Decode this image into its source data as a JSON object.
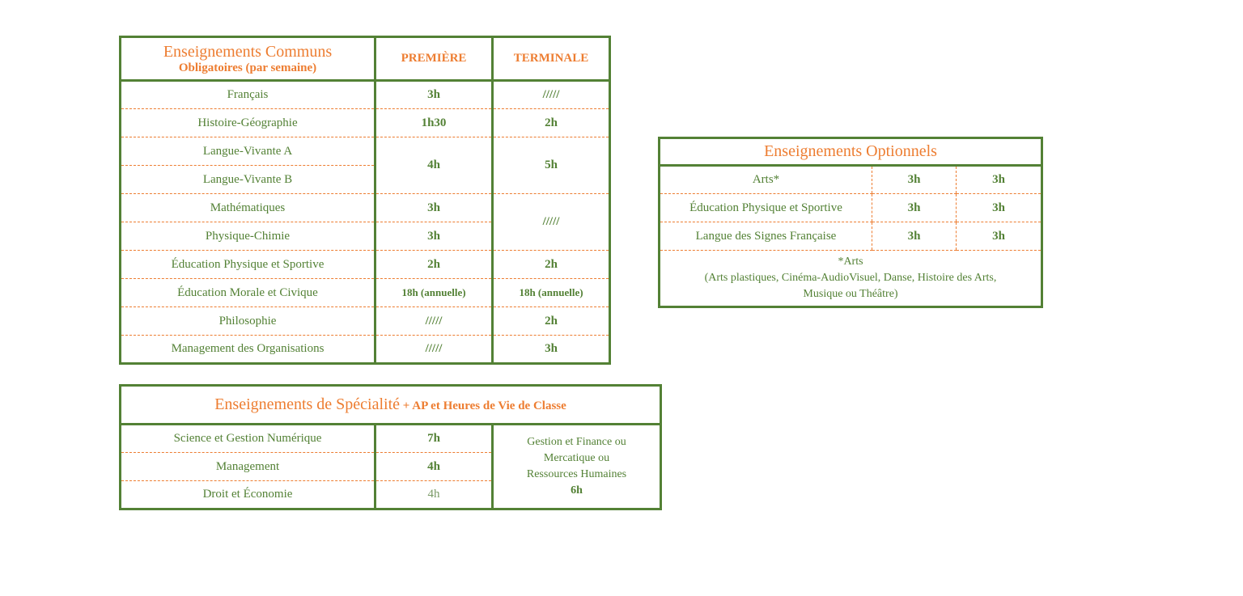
{
  "communs": {
    "title": "Enseignements Communs",
    "subtitle": "Obligatoires (par semaine)",
    "col1": "PREMIÈRE",
    "col2": "TERMINALE",
    "rows": [
      {
        "subject": "Français",
        "premiere": "3h",
        "terminale": "/////"
      },
      {
        "subject": "Histoire-Géographie",
        "premiere": "1h30",
        "terminale": "2h"
      },
      {
        "subject": "Langue-Vivante A",
        "premiere": "4h",
        "terminale": "5h"
      },
      {
        "subject": "Langue-Vivante B"
      },
      {
        "subject": "Mathématiques",
        "premiere": "3h",
        "terminale": "/////"
      },
      {
        "subject": "Physique-Chimie",
        "premiere": "3h"
      },
      {
        "subject": "Éducation Physique et Sportive",
        "premiere": "2h",
        "terminale": "2h"
      },
      {
        "subject": "Éducation Morale et Civique",
        "premiere": "18h (annuelle)",
        "terminale": "18h (annuelle)"
      },
      {
        "subject": "Philosophie",
        "premiere": "/////",
        "terminale": "2h"
      },
      {
        "subject": "Management des Organisations",
        "premiere": "/////",
        "terminale": "3h"
      }
    ]
  },
  "optionnels": {
    "title": "Enseignements Optionnels",
    "rows": [
      {
        "subject": "Arts*",
        "premiere": "3h",
        "terminale": "3h"
      },
      {
        "subject": "Éducation Physique et Sportive",
        "premiere": "3h",
        "terminale": "3h"
      },
      {
        "subject": "Langue des Signes Française",
        "premiere": "3h",
        "terminale": "3h"
      }
    ],
    "note_title": "*Arts",
    "note_line1": "(Arts plastiques, Cinéma-AudioVisuel, Danse, Histoire des Arts,",
    "note_line2": "Musique ou Théâtre)"
  },
  "specialite": {
    "title": "Enseignements de Spécialité",
    "title_suffix": "+ AP et Heures de Vie de Classe",
    "rows": [
      {
        "subject": "Science et Gestion Numérique",
        "premiere": "7h"
      },
      {
        "subject": "Management",
        "premiere": "4h"
      },
      {
        "subject": "Droit et Économie",
        "premiere": "4h"
      }
    ],
    "terminale_l1": "Gestion et Finance ou",
    "terminale_l2": "Mercatique ou",
    "terminale_l3": "Ressources Humaines",
    "terminale_hours": "6h"
  }
}
